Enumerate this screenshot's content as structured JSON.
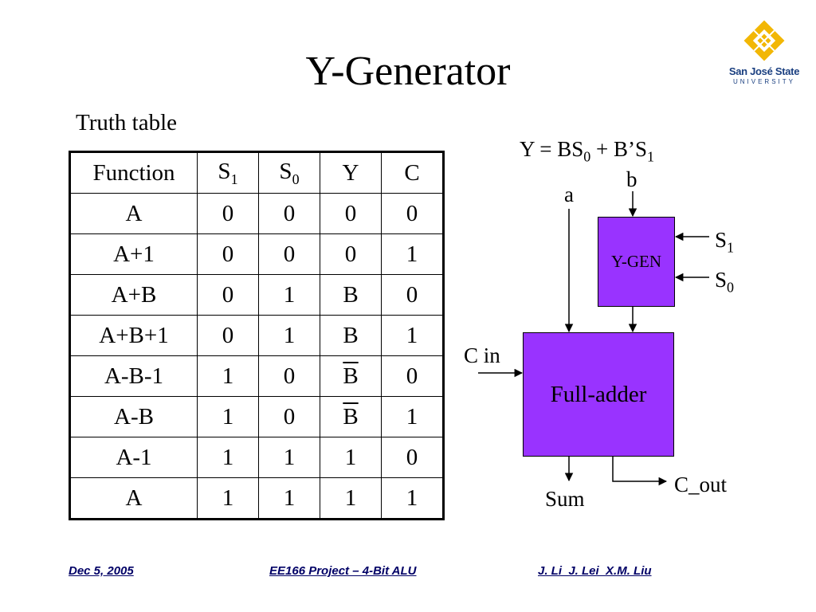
{
  "slide": {
    "title": "Y-Generator",
    "logo": {
      "name": "San José State",
      "subtitle": "UNIVERSITY"
    }
  },
  "truth_table": {
    "caption": "Truth table",
    "headers": [
      {
        "base": "Function",
        "sub": ""
      },
      {
        "base": "S",
        "sub": "1"
      },
      {
        "base": "S",
        "sub": "0"
      },
      {
        "base": "Y",
        "sub": ""
      },
      {
        "base": "C",
        "sub": ""
      }
    ],
    "rows": [
      [
        {
          "text": "A"
        },
        {
          "text": "0"
        },
        {
          "text": "0"
        },
        {
          "text": "0"
        },
        {
          "text": "0"
        }
      ],
      [
        {
          "text": "A+1"
        },
        {
          "text": "0"
        },
        {
          "text": "0"
        },
        {
          "text": "0"
        },
        {
          "text": "1"
        }
      ],
      [
        {
          "text": "A+B"
        },
        {
          "text": "0"
        },
        {
          "text": "1"
        },
        {
          "text": "B"
        },
        {
          "text": "0"
        }
      ],
      [
        {
          "text": "A+B+1"
        },
        {
          "text": "0"
        },
        {
          "text": "1"
        },
        {
          "text": "B"
        },
        {
          "text": "1"
        }
      ],
      [
        {
          "text": "A-B-1"
        },
        {
          "text": "1"
        },
        {
          "text": "0"
        },
        {
          "text": "B",
          "overline": true
        },
        {
          "text": "0"
        }
      ],
      [
        {
          "text": "A-B"
        },
        {
          "text": "1"
        },
        {
          "text": "0"
        },
        {
          "text": "B",
          "overline": true
        },
        {
          "text": "1"
        }
      ],
      [
        {
          "text": "A-1"
        },
        {
          "text": "1"
        },
        {
          "text": "1"
        },
        {
          "text": "1"
        },
        {
          "text": "0"
        }
      ],
      [
        {
          "text": "A"
        },
        {
          "text": "1"
        },
        {
          "text": "1"
        },
        {
          "text": "1"
        },
        {
          "text": "1"
        }
      ]
    ]
  },
  "diagram": {
    "equation": {
      "a": "Y = BS",
      "sub_a": "0",
      "b": " + B’S",
      "sub_b": "1"
    },
    "input_b": "b",
    "input_a": "a",
    "select_s1": {
      "base": "S",
      "sub": "1"
    },
    "select_s0": {
      "base": "S",
      "sub": "0"
    },
    "ygen_label": "Y-GEN",
    "carry_in": "C in",
    "adder_label": "Full-adder",
    "sum_label": "Sum",
    "carry_out": "C_out",
    "block_color": "#9933ff"
  },
  "footer": {
    "date": "Dec 5, 2005",
    "project": "EE166 Project – 4-Bit ALU",
    "authors": "J. Li  J. Lei  X.M. Liu"
  }
}
